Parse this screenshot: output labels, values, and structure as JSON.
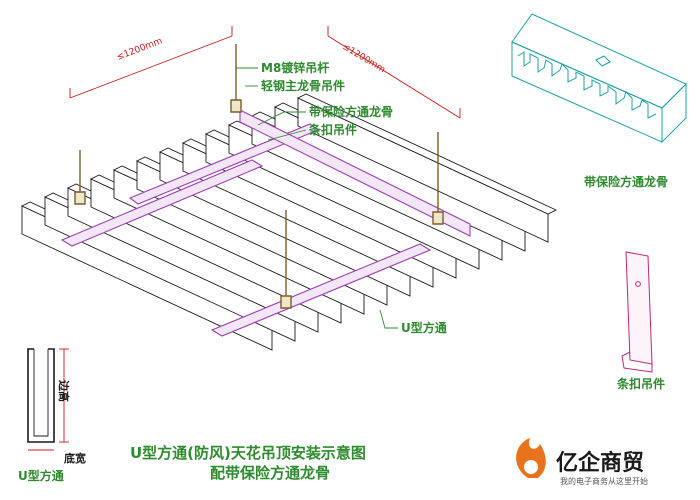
{
  "labels": {
    "rod": "M8镀锌吊杆",
    "main_keel": "轻钢主龙骨吊件",
    "protect_keel": "带保险方通龙骨",
    "clip_hanger": "条扣吊件",
    "u_tube": "U型方通",
    "dim1": "≤1200mm",
    "dim2": "≤1200mm",
    "side_height": "边高",
    "bottom_width": "底宽",
    "section_caption": "U型方通",
    "part1_caption": "带保险方通龙骨",
    "part2_caption": "条扣吊件"
  },
  "title": {
    "line1": "U型方通(防风)天花吊顶安装示意图",
    "line2": "配带保险方通龙骨"
  },
  "logo": {
    "name": "亿企商贸",
    "slogan": "我的电子商务从这里开始",
    "accent_color": "#e8731c"
  },
  "colors": {
    "panel": "#1a1a1a",
    "carrier": "#9b3fb0",
    "rod": "#7a5c2e",
    "dimension": "#d01818",
    "label": "#2f8a2f",
    "part": "#1fa3a0",
    "hanger": "#c0287a"
  }
}
